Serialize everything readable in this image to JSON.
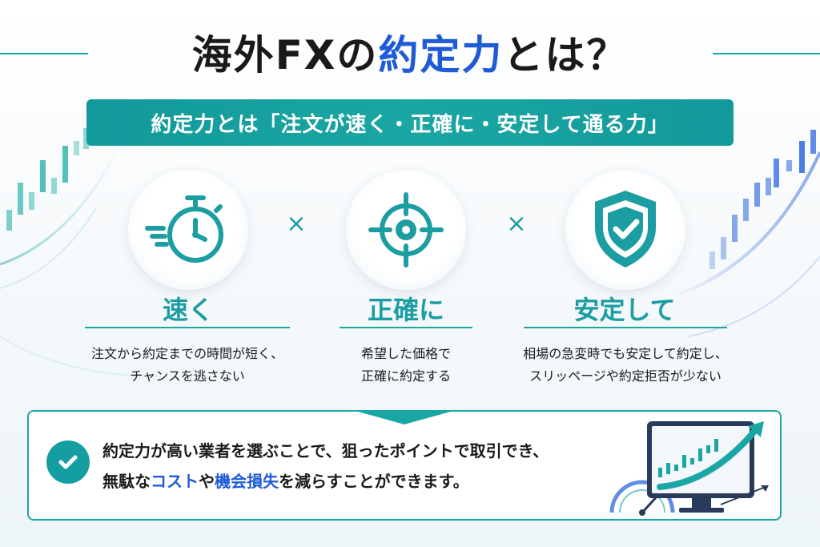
{
  "title": {
    "part1": "海外FXの",
    "highlight": "約定力",
    "part2": "とは？"
  },
  "banner": {
    "text": "約定力とは「注文が速く・正確に・安定して通る力」"
  },
  "features": [
    {
      "icon": "stopwatch-icon",
      "title": "速く",
      "desc_line1": "注文から約定までの時間が短く、",
      "desc_line2": "チャンスを逃さない"
    },
    {
      "icon": "crosshair-icon",
      "title": "正確に",
      "desc_line1": "希望した価格で",
      "desc_line2": "正確に約定する"
    },
    {
      "icon": "shield-check-icon",
      "title": "安定して",
      "desc_line1": "相場の急変時でも安定して約定し、",
      "desc_line2": "スリッページや約定拒否が少ない"
    }
  ],
  "operator": "×",
  "summary": {
    "line1": "約定力が高い業者を選ぶことで、狙ったポイントで取引でき、",
    "line2_a": "無駄な",
    "line2_b": "コスト",
    "line2_c": "や",
    "line2_d": "機会損失",
    "line2_e": "を減らすことができます。"
  },
  "colors": {
    "accent_teal": "#1ba6a6",
    "accent_blue": "#1f5bd6",
    "text": "#1a1a1a"
  }
}
